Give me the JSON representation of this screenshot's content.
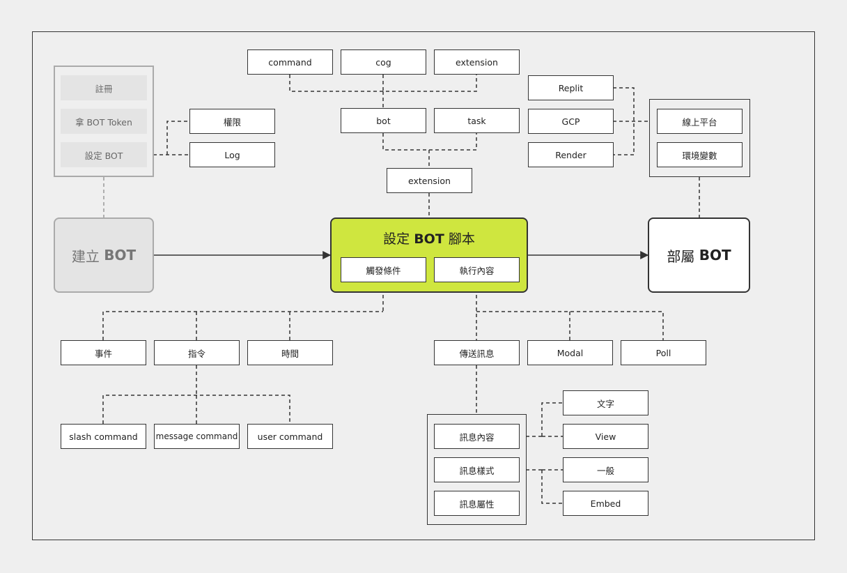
{
  "top_modules": [
    "command",
    "cog",
    "extension"
  ],
  "middle_modules": [
    "bot",
    "task"
  ],
  "extension_label": "extension",
  "register_steps": [
    "註冊",
    "拿 BOT Token",
    "設定 BOT"
  ],
  "settings_options": [
    "權限",
    "Log"
  ],
  "create_bot": {
    "text": "建立",
    "bold": "BOT"
  },
  "script_node": {
    "text": "設定",
    "bold": "BOT",
    "tail": "腳本",
    "trigger": "觸發條件",
    "action": "執行內容"
  },
  "deploy_bot": {
    "text": "部屬",
    "bold": "BOT"
  },
  "hosting": [
    "Replit",
    "GCP",
    "Render"
  ],
  "deploy_group": [
    "線上平台",
    "環境變數"
  ],
  "trigger_types": [
    "事件",
    "指令",
    "時間"
  ],
  "command_types": [
    "slash command",
    "message command",
    "user command"
  ],
  "action_types": [
    "傳送訊息",
    "Modal",
    "Poll"
  ],
  "message_parts": [
    "訊息內容",
    "訊息樣式",
    "訊息屬性"
  ],
  "content_types": [
    "文字",
    "View"
  ],
  "style_types": [
    "一般",
    "Embed"
  ],
  "colors": {
    "accent": "#cfe63f",
    "background": "#efefef",
    "line": "#333333",
    "muted": "#aaaaaa"
  }
}
